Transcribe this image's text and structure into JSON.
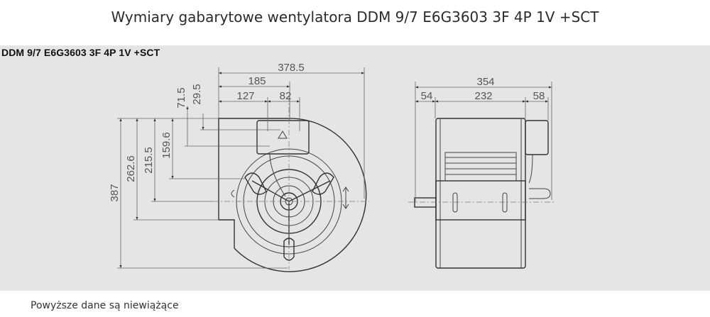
{
  "title": "Wymiary gabarytowe wentylatora DDM 9/7 E6G3603 3F 4P 1V +SCT",
  "model_label": "DDM 9/7 E6G3603 3F 4P 1V +SCT",
  "side_view": {
    "dims_horizontal": {
      "overall": "378.5",
      "to_axis": "185",
      "to_box_left": "127",
      "box_width": "82"
    },
    "dims_vertical": {
      "overall": "387",
      "housing": "262.6",
      "axis": "215.5",
      "bracket": "159.6",
      "box_bottom": "71.5",
      "box_top": "29.5"
    }
  },
  "front_view": {
    "dims": {
      "overall": "354",
      "shaft_left": "54",
      "body": "232",
      "motor_box": "58"
    }
  },
  "footer": "Powyższe dane są niewiążące"
}
